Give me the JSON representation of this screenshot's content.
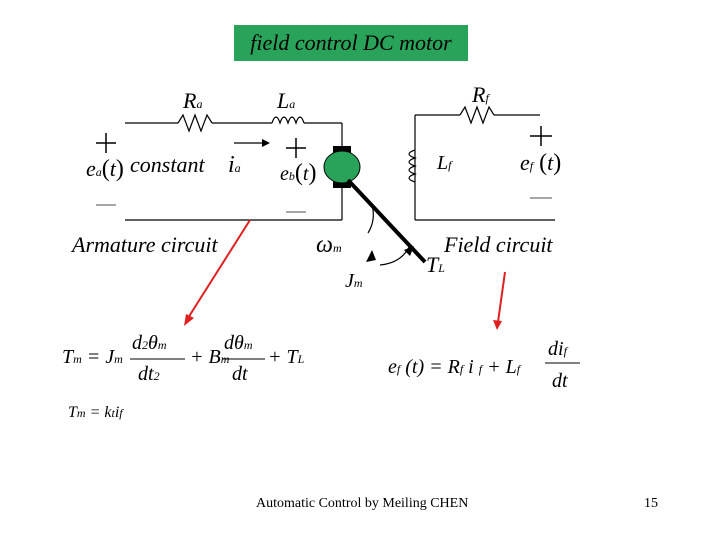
{
  "title": "field control DC motor",
  "labels": {
    "constant": "constant",
    "armature_circuit": "Armature circuit",
    "field_circuit": "Field circuit"
  },
  "footer": {
    "credit": "Automatic Control by Meiling CHEN",
    "page_number": "15"
  },
  "colors": {
    "title_bg": "#2aa35a",
    "motor_fill": "#2aa35a",
    "arrow_red": "#e02020"
  }
}
